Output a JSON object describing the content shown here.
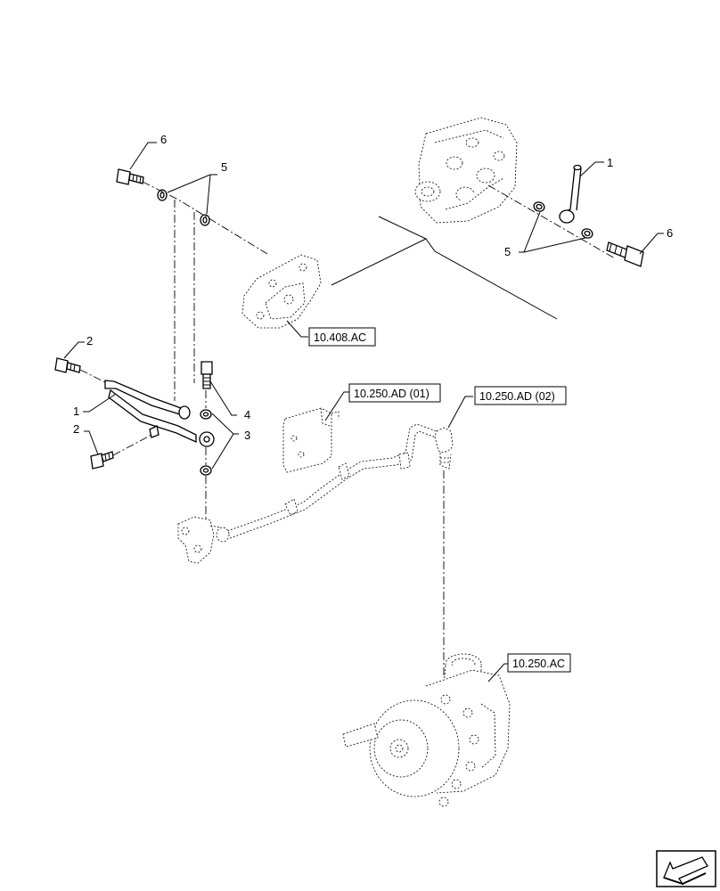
{
  "callouts": {
    "c1_top": "1",
    "c6_top": "6",
    "c5_top": "5",
    "c5_right": "5",
    "c6_right": "6",
    "c2_upper": "2",
    "c1_left": "1",
    "c2_lower": "2",
    "c4": "4",
    "c3": "3"
  },
  "references": {
    "ref_10_408_ac": "10.408.AC",
    "ref_10_250_ad_01": "10.250.AD (01)",
    "ref_10_250_ad_02": "10.250.AD (02)",
    "ref_10_250_ac": "10.250.AC"
  },
  "icons": {
    "navigation": "arrow-navigation-icon"
  }
}
